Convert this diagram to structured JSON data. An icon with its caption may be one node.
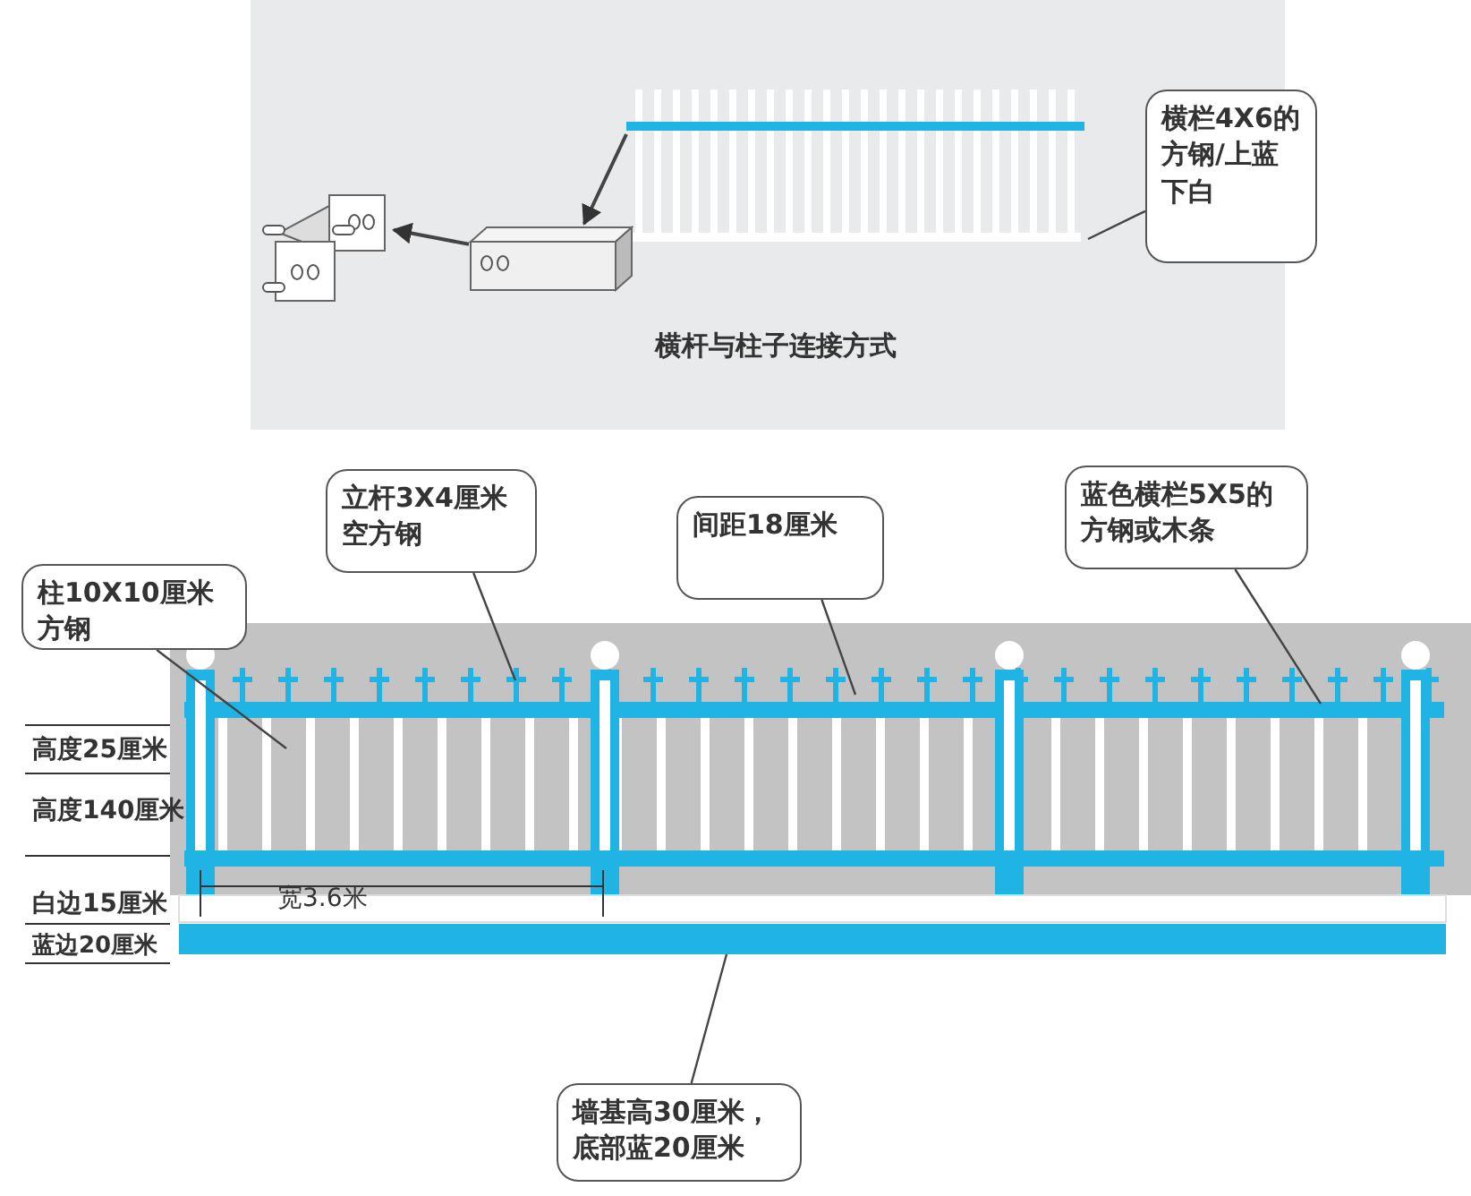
{
  "diagram": {
    "nodes": [
      {
        "text": [],
        "shape": "picture"
      },
      {
        "text": [
          "横栏4X6的方钢/上蓝下白"
        ]
      },
      {
        "text": [],
        "shape": "picture"
      },
      {
        "text": [],
        "shape": "picture"
      },
      {
        "text": [
          "柱10X10厘米方钢"
        ]
      },
      {
        "text": [
          "立杆3X4厘米空方钢"
        ]
      },
      {
        "text": [
          "间距18厘米"
        ]
      },
      {
        "text": [
          "蓝色横栏5X5的方钢或木条"
        ]
      },
      {
        "text": [
          "墙基高30厘米，底部蓝20厘米"
        ]
      }
    ],
    "edges": [
      {
        "from": 0,
        "to": 2,
        "arrow": "to"
      },
      {
        "from": 2,
        "to": 3,
        "arrow": "to"
      },
      {
        "from": 1,
        "to": 0,
        "arrow": "none"
      },
      {
        "from": 4,
        "to": null,
        "arrow": "none"
      },
      {
        "from": 5,
        "to": null,
        "arrow": "none"
      },
      {
        "from": 6,
        "to": null,
        "arrow": "none"
      },
      {
        "from": 7,
        "to": null,
        "arrow": "none"
      },
      {
        "from": 8,
        "to": null,
        "arrow": "none"
      }
    ],
    "labels": [
      "横杆与柱子连接方式",
      "高度25厘米",
      "高度140厘米",
      "白边15厘米",
      "蓝边20厘米",
      "宽3.6米"
    ]
  }
}
